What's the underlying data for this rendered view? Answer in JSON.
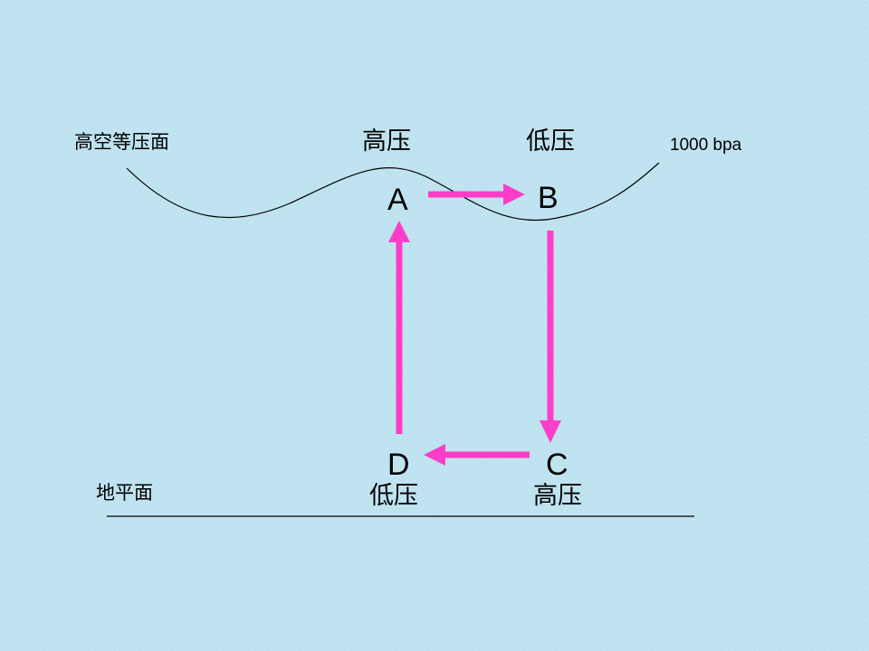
{
  "labels": {
    "upper_surface": "高空等压面",
    "ground": "地平面",
    "unit": "1000 bpa",
    "top_left_pressure": "高压",
    "top_right_pressure": "低压",
    "bottom_left_pressure": "低压",
    "bottom_right_pressure": "高压"
  },
  "points": {
    "a": "A",
    "b": "B",
    "c": "C",
    "d": "D"
  },
  "colors": {
    "background": "#bfe3f0",
    "arrow": "#ff3ec8",
    "line": "#000000"
  }
}
